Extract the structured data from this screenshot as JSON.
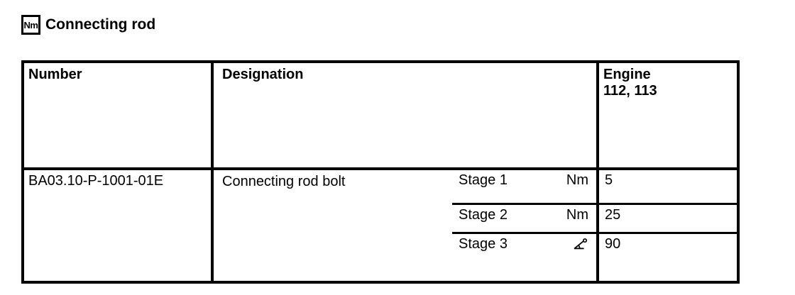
{
  "page": {
    "background": "#ffffff",
    "text_color": "#000000"
  },
  "title": {
    "unit_badge": "Nm",
    "text": "Connecting rod"
  },
  "table": {
    "headers": {
      "number": "Number",
      "designation": "Designation",
      "engine_line1": "Engine",
      "engine_line2": "112, 113"
    },
    "row": {
      "number": "BA03.10-P-1001-01E",
      "designation": "Connecting rod bolt",
      "stages": [
        {
          "label": "Stage 1",
          "unit": "Nm",
          "value": "5"
        },
        {
          "label": "Stage 2",
          "unit": "Nm",
          "value": "25"
        },
        {
          "label": "Stage 3",
          "unit_icon": "angle-degree-icon",
          "value": "90"
        }
      ]
    }
  }
}
